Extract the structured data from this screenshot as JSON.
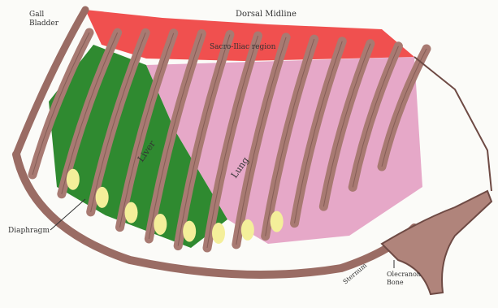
{
  "labels": {
    "gall_bladder": "Gall\nBladder",
    "dorsal_midline": "Dorsal Midline",
    "sacroiliac_region": "Sacro-Iliac region",
    "liver": "Liver",
    "lung": "Lung",
    "diaphragm": "Diaphragm",
    "sternum": "Sternum",
    "olecranon_tip": "Olecranon\nBone"
  },
  "colors": {
    "background": "#fbfbf8",
    "rib": "#a87a72",
    "rib_outline": "#6e4a44",
    "liver_region": "#2f8a30",
    "lung_region": "#e6a8c8",
    "dorsal_band": "#f0504f",
    "diaphragm_fill": "#f4ef9a"
  },
  "structure": {
    "rib_count": 13
  }
}
